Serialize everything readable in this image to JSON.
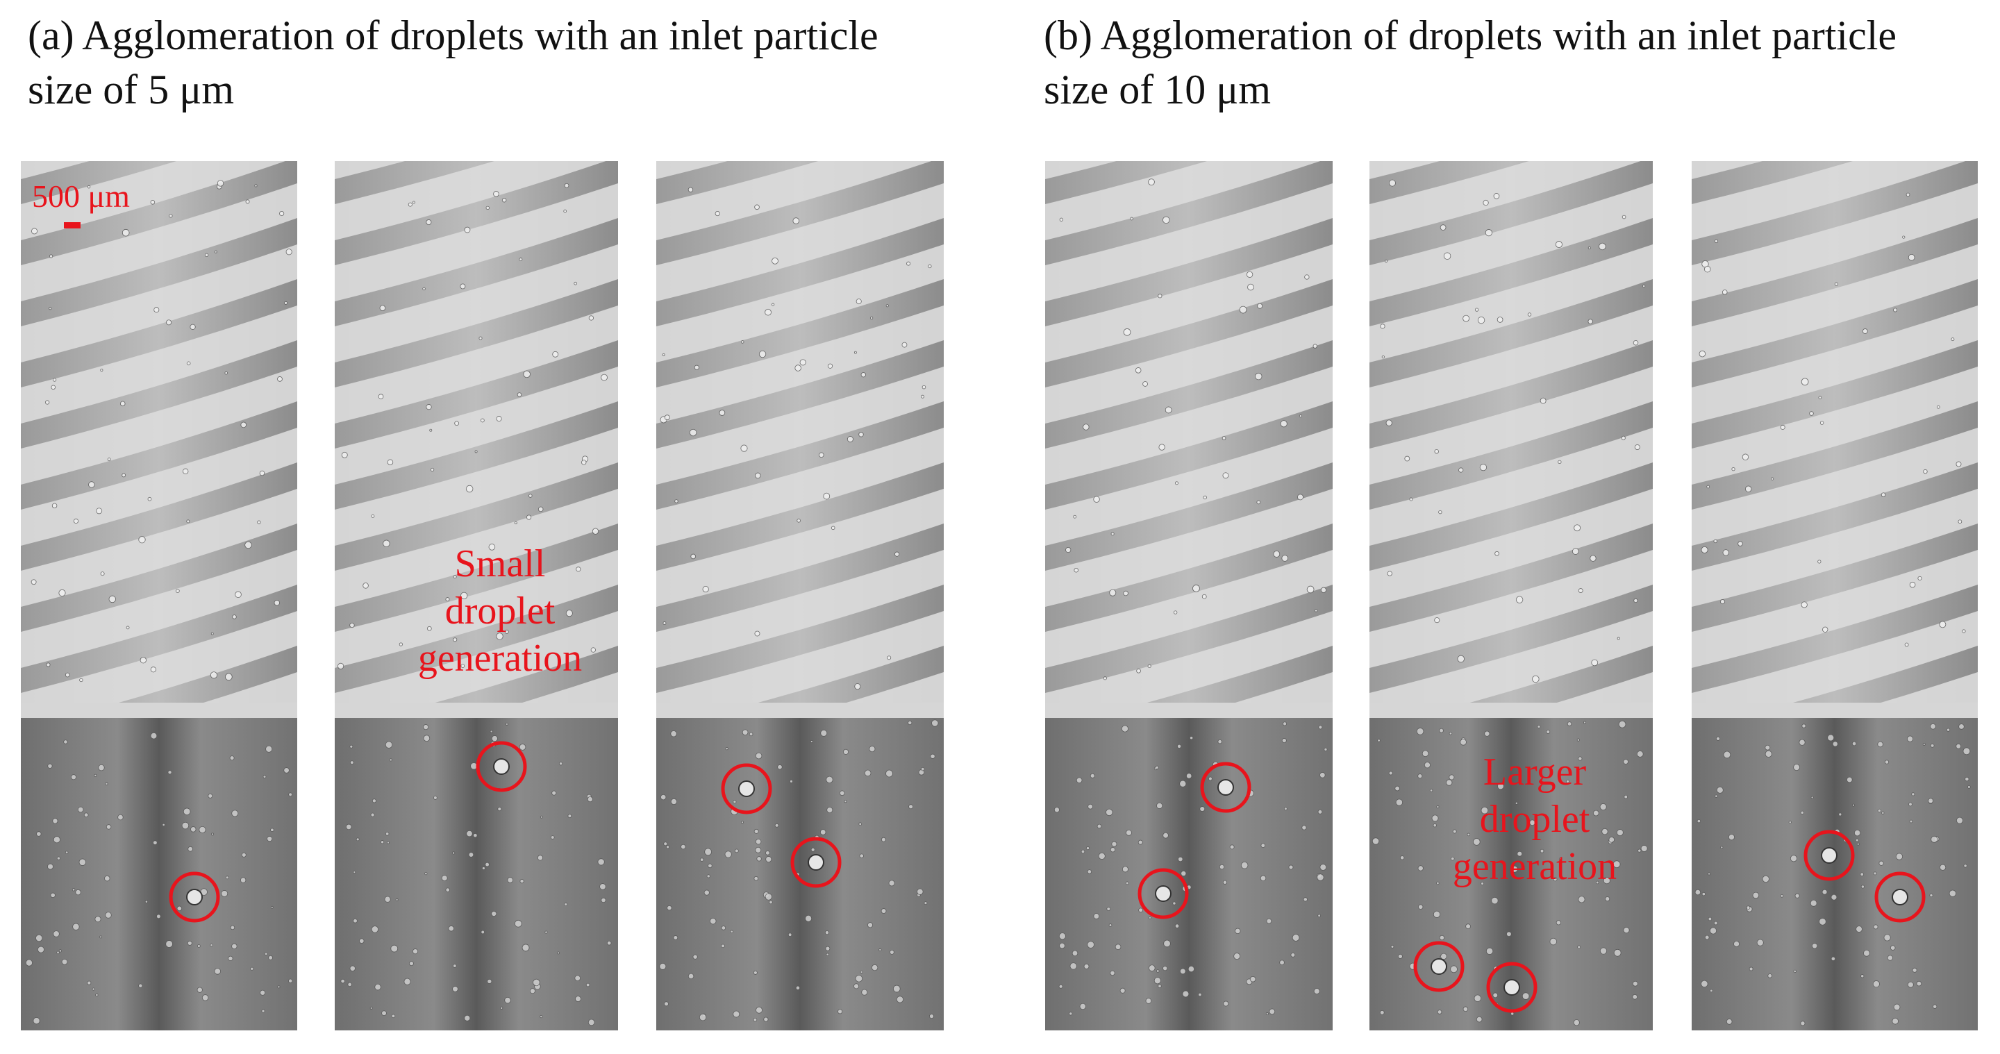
{
  "captions": {
    "a": "(a) Agglomeration of droplets with an inlet particle\nsize of 5 μm",
    "b": "(b) Agglomeration of droplets with an inlet particle\nsize of 10 μm"
  },
  "scale_bar": {
    "label": "500 μm"
  },
  "annotations": {
    "small": "Small\ndroplet\ngeneration",
    "larger": "Larger\ndroplet\ngeneration"
  },
  "colors": {
    "annotation": "#e8141c",
    "background": "#ffffff"
  },
  "panels": [
    {
      "id": "a1",
      "group": "a"
    },
    {
      "id": "a2",
      "group": "a"
    },
    {
      "id": "a3",
      "group": "a"
    },
    {
      "id": "b1",
      "group": "b"
    },
    {
      "id": "b2",
      "group": "b"
    },
    {
      "id": "b3",
      "group": "b"
    }
  ]
}
